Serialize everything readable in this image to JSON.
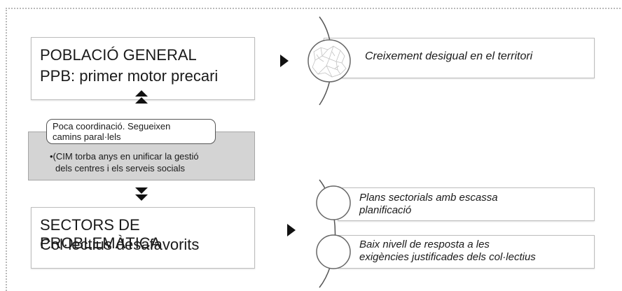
{
  "top_box": {
    "line1": "POBLACIÓ GENERAL",
    "line2": "PPB: primer motor precari"
  },
  "middle": {
    "label_line1": "Poca coordinació. Segueixen",
    "label_line2": "camins paral·lels",
    "bullet_line1": "•(CIM torba anys en unificar la gestió",
    "bullet_line2": "dels centres i els serveis socials"
  },
  "bottom_box": {
    "line1": "SECTORS DE PROBLEMÀTICA",
    "line2": "Col·lectius desafavorits"
  },
  "right_top": {
    "text": "Creixement desigual en el territori"
  },
  "right_bottom": {
    "item1_line1": "Plans sectorials amb escassa",
    "item1_line2": "planificació",
    "item2_line1": "Baix nivell de resposta a les",
    "item2_line2": "exigències justificades dels col·lectius"
  },
  "colors": {
    "gray_fill": "#d4d4d4",
    "arrow": "#111111",
    "dotted_border": "#b9b9b9"
  },
  "icons": [
    "arrow-right-icon",
    "double-up-arrow-icon",
    "double-down-arrow-icon",
    "map-icon",
    "circle-icon"
  ]
}
